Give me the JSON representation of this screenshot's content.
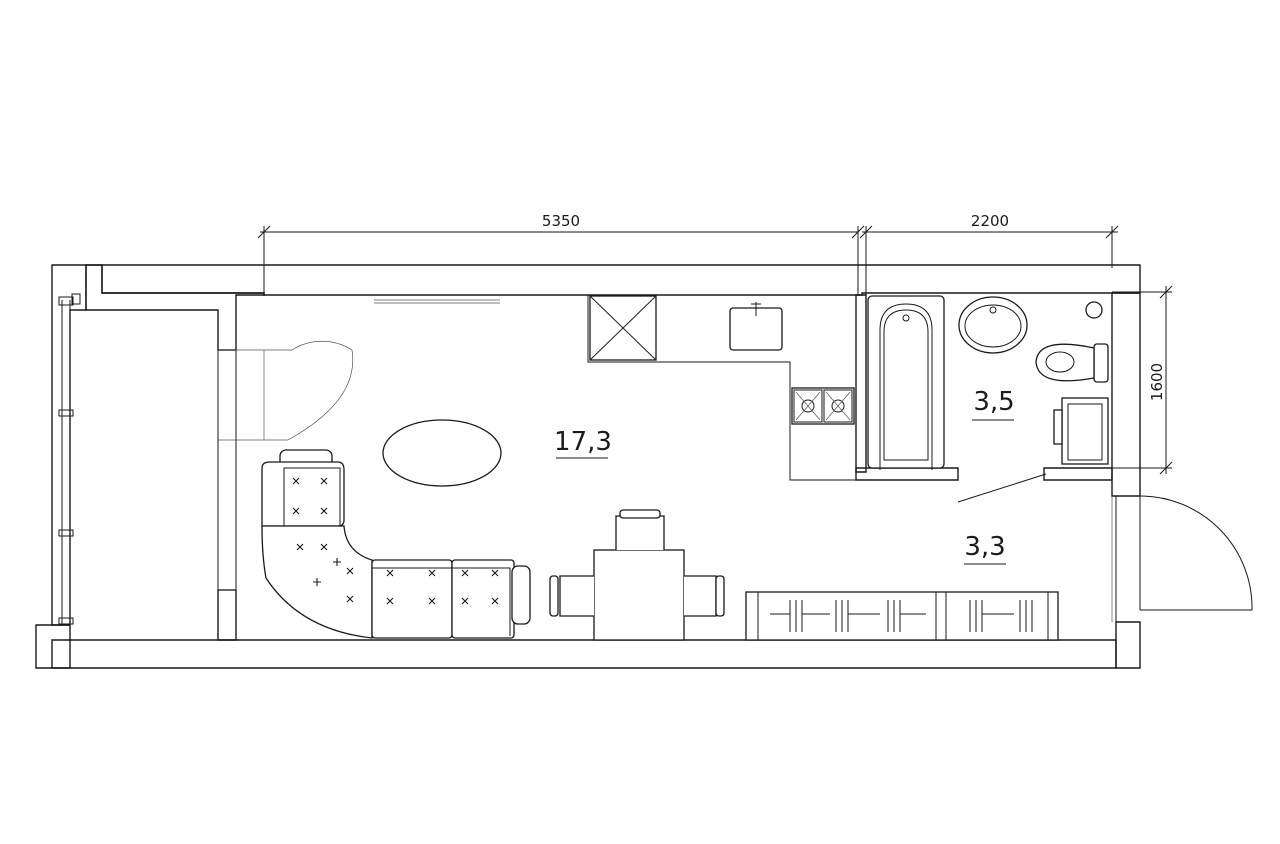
{
  "dimensions": {
    "total_width": "5350",
    "bath_width": "2200",
    "bath_depth": "1600"
  },
  "rooms": {
    "living": "17,3",
    "bathroom": "3,5",
    "hall": "3,3"
  },
  "colors": {
    "line": "#1a1a1a",
    "background": "#ffffff"
  }
}
